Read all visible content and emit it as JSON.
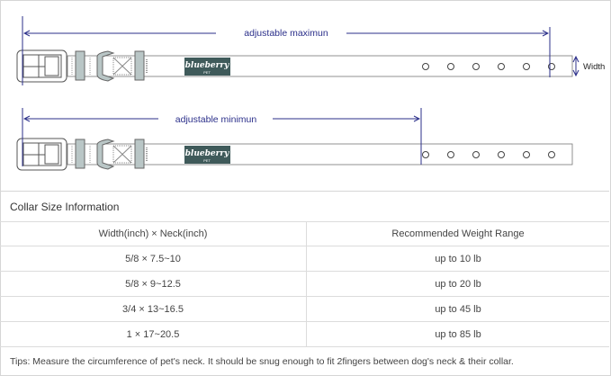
{
  "diagram": {
    "max_label": "adjustable maximun",
    "min_label": "adjustable minimun",
    "width_label": "Width",
    "logo_text": "blueberry",
    "logo_sub": "PET",
    "arrow_color": "#2b2f8a",
    "logo_color": "#3f5a5a",
    "keeper_color": "#b9c6c6"
  },
  "table": {
    "title": "Collar Size Information",
    "headers": [
      "Width(inch)  ×  Neck(inch)",
      "Recommended Weight Range"
    ],
    "rows": [
      [
        "5/8 × 7.5~10",
        "up to 10 lb"
      ],
      [
        "5/8 × 9~12.5",
        "up to 20 lb"
      ],
      [
        "3/4 × 13~16.5",
        "up to 45 lb"
      ],
      [
        "1 × 17~20.5",
        "up to 85 lb"
      ]
    ],
    "tips": "Tips: Measure the circumference of pet's neck. It should be snug enough to fit 2fingers between dog's neck & their collar."
  }
}
